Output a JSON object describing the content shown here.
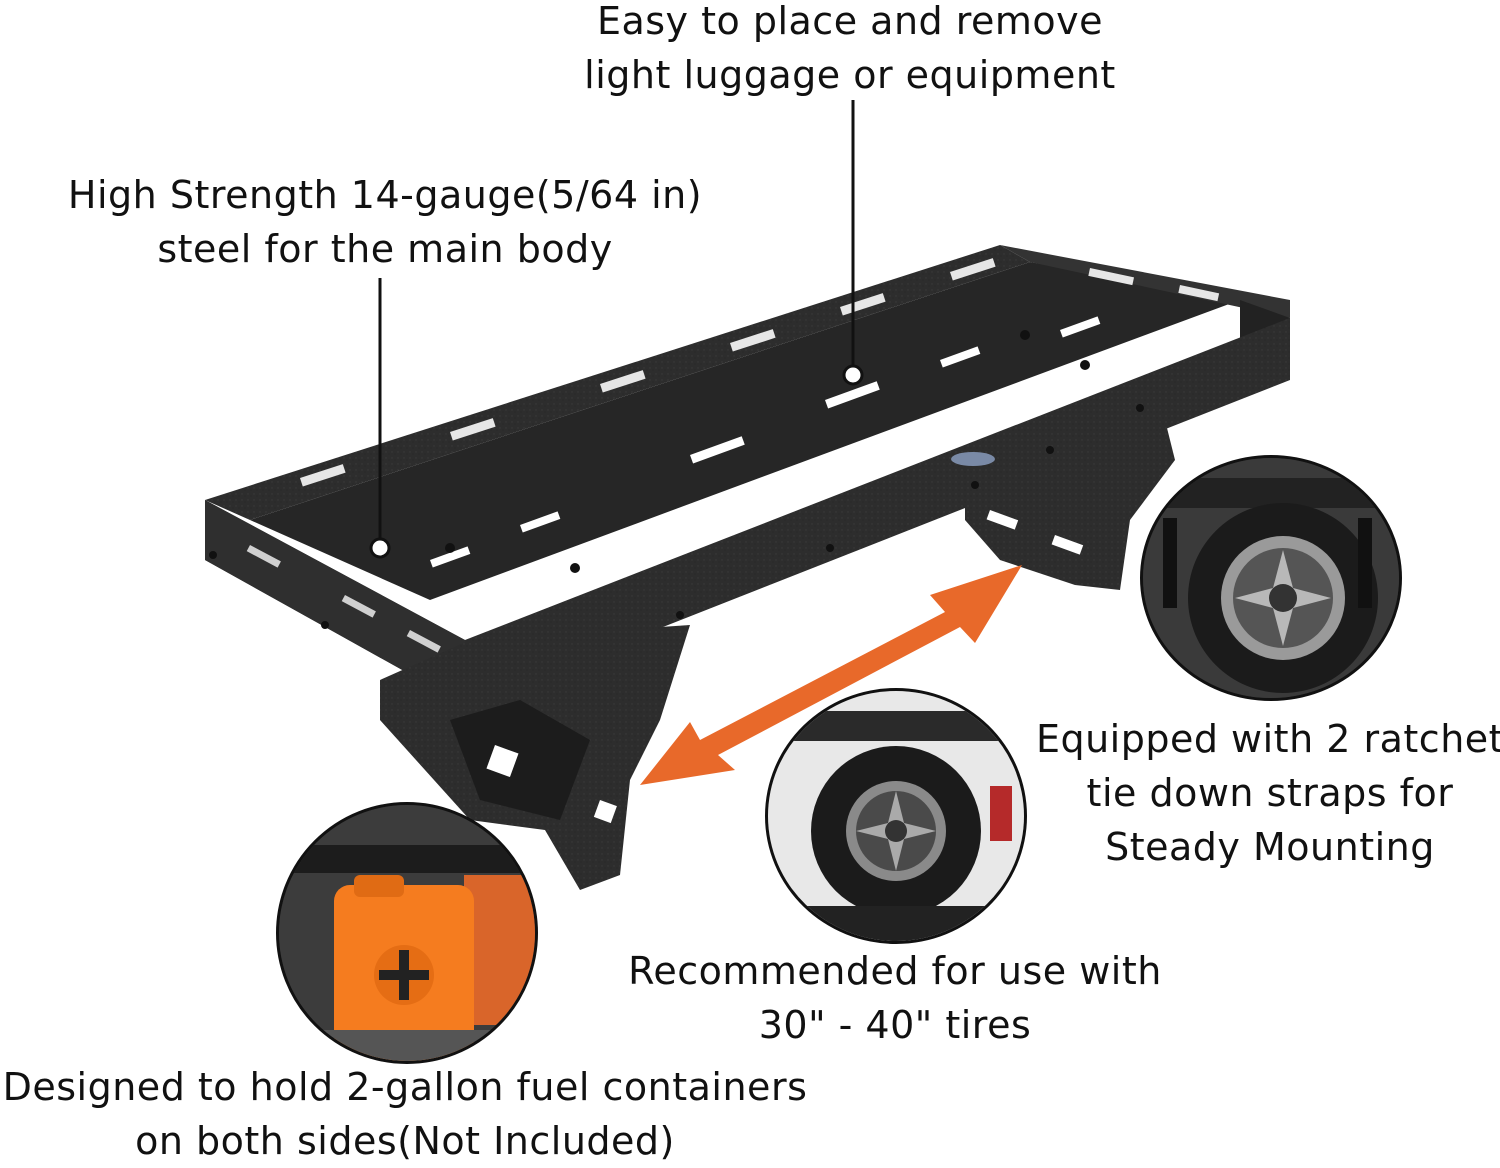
{
  "callouts": {
    "top": {
      "line1": "Easy to place and remove",
      "line2": "light luggage or equipment"
    },
    "steel": {
      "line1": "High Strength 14-gauge(5/64 in)",
      "line2": "steel for the main body"
    },
    "straps": {
      "line1": "Equipped with 2 ratchet",
      "line2": "tie down straps for",
      "line3": "Steady Mounting"
    },
    "tires": {
      "line1": "Recommended for use with",
      "line2": "30\" - 40\" tires"
    },
    "fuel": {
      "line1": "Designed to hold 2-gallon fuel containers",
      "line2": "on both sides(Not Included)"
    }
  },
  "colors": {
    "rack": "#2b2b2b",
    "rack_edge": "#1a1a1a",
    "arrow": "#e8692a",
    "fuel_can": "#f57c1f",
    "callout_text": "#111111",
    "leader_line": "#111111"
  },
  "icons": {
    "double_arrow": "orange-double-arrow-icon",
    "fuel_can": "fuel-container-icon",
    "tire": "spare-tire-icon"
  }
}
